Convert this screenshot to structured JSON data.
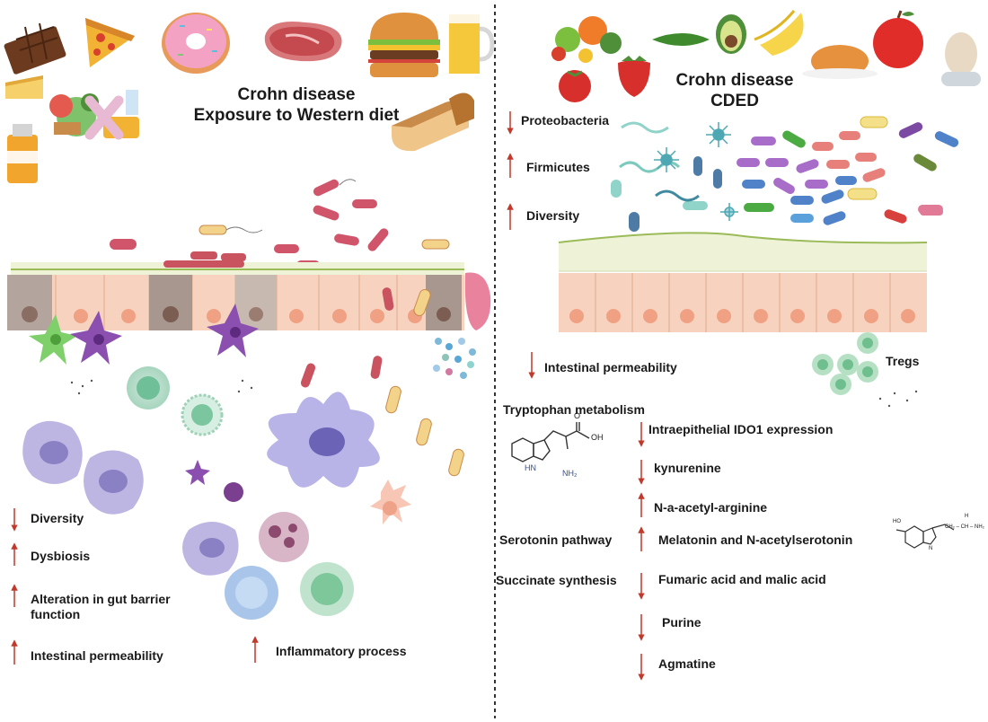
{
  "left_panel": {
    "title_line1": "Crohn disease",
    "title_line2": "Exposure to Western diet",
    "effects": [
      {
        "direction": "down",
        "label": "Diversity"
      },
      {
        "direction": "up",
        "label": "Dysbiosis"
      },
      {
        "direction": "up",
        "label_line1": "Alteration in gut barrier",
        "label_line2": "function"
      },
      {
        "direction": "up",
        "label": "Intestinal permeability"
      },
      {
        "direction": "up",
        "label": "Inflammatory process"
      }
    ]
  },
  "right_panel": {
    "title_line1": "Crohn disease",
    "title_line2": "CDED",
    "microbiome": [
      {
        "direction": "down",
        "label": "Proteobacteria"
      },
      {
        "direction": "up",
        "label": "Firmicutes"
      },
      {
        "direction": "up",
        "label": "Diversity"
      }
    ],
    "permeability": {
      "direction": "down",
      "label": "Intestinal permeability"
    },
    "tregs_label": "Tregs",
    "tryptophan_title": "Tryptophan metabolism",
    "tryptophan_items": [
      {
        "direction": "down",
        "label": "Intraepithelial IDO1 expression"
      },
      {
        "direction": "down",
        "label": "kynurenine"
      },
      {
        "direction": "up",
        "label": "N-a-acetyl-arginine"
      }
    ],
    "serotonin_pathway": {
      "title": "Serotonin pathway",
      "direction": "up",
      "label": "Melatonin and N-acetylserotonin"
    },
    "succinate_synthesis": {
      "title": "Succinate synthesis",
      "direction": "down",
      "label": "Fumaric acid and malic acid"
    },
    "other_items": [
      {
        "direction": "down",
        "label": "Purine"
      },
      {
        "direction": "down",
        "label": "Agmatine"
      }
    ],
    "tryptophan_structure": {
      "oh": "OH",
      "o": "O",
      "hn": "HN",
      "nh2": "NH₂"
    },
    "serotonin_structure": {
      "ho": "HO",
      "h": "H",
      "n": "N",
      "chain": "CH₂ – CH – NH₂"
    }
  },
  "colors": {
    "arrow": "#c0392b",
    "epithelium": "#f6d2bf",
    "nucleus": "#f0a184",
    "mucus": "#eef3d8",
    "mucus_line": "#9bbb59",
    "divider": "#333333"
  }
}
